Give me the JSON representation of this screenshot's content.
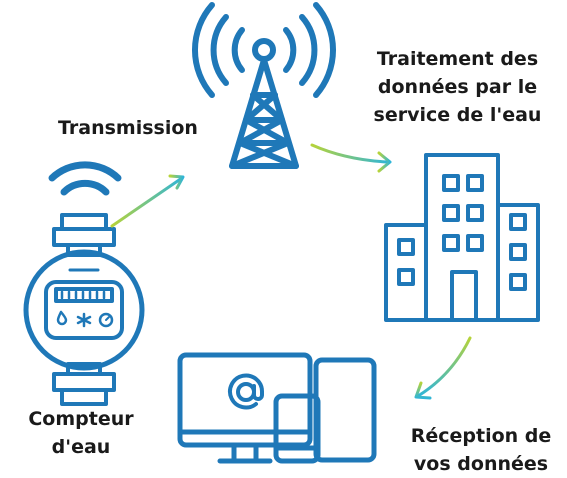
{
  "labels": {
    "transmission": "Transmission",
    "treatment": [
      "Traitement des",
      "données par le",
      "service de l'eau"
    ],
    "meter": [
      "Compteur",
      "d'eau"
    ],
    "reception": [
      "Réception de",
      "vos données"
    ]
  },
  "icons": {
    "tower": "antenna-tower-icon",
    "buildings": "buildings-icon",
    "devices": "devices-icon",
    "meter": "water-meter-icon",
    "wifi": "wifi-icon",
    "email": "at-sign-icon"
  },
  "colors": {
    "icon_blue": "#1f78b8",
    "arrow_green": "#b6d33a",
    "arrow_teal": "#2fb5d8",
    "text": "#1a1a1a"
  }
}
